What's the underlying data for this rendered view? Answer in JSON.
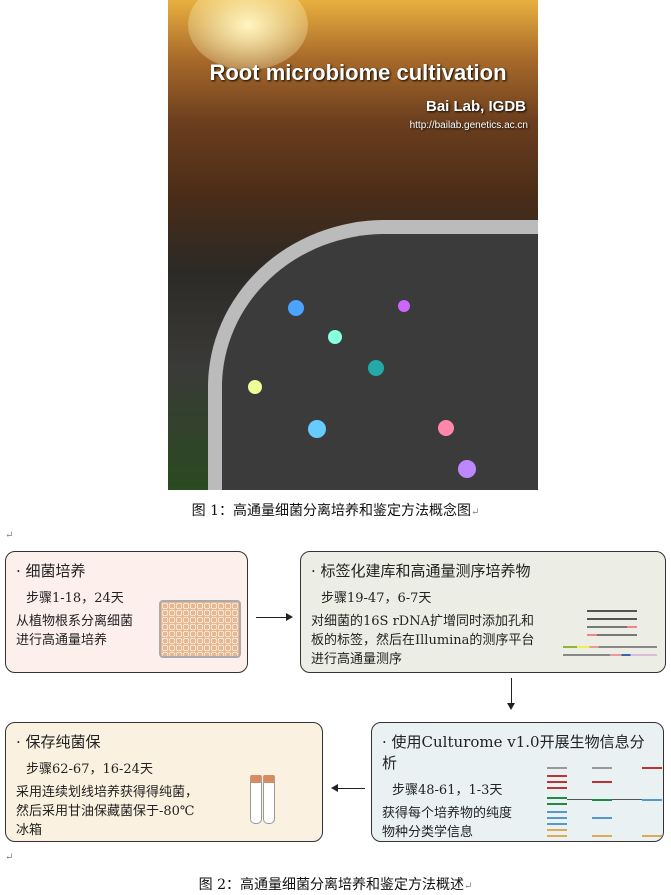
{
  "poster": {
    "title": "Root microbiome cultivation",
    "lab": "Bai Lab, IGDB",
    "url": "http://bailab.genetics.ac.cn"
  },
  "figure1_caption": "图 1：高通量细菌分离培养和鉴定方法概念图",
  "figure2_caption": "图 2：高通量细菌分离培养和鉴定方法概述",
  "paragraph_mark": "↵",
  "steps": [
    {
      "title": "细菌培养",
      "sub": "步骤1-18，24天",
      "desc": [
        "从植物根系分离细菌",
        "进行高通量培养"
      ],
      "color": "#fcefec"
    },
    {
      "title": "标签化建库和高通量测序培养物",
      "sub": "步骤19-47，6-7天",
      "desc": [
        "对细菌的16S rDNA扩增同时添加孔和",
        "板的标签，然后在Illumina的测序平台",
        "进行高通量测序"
      ],
      "color": "#eceee6"
    },
    {
      "title": "保存纯菌保",
      "sub": "步骤62-67，16-24天",
      "desc": [
        "采用连续划线培养获得得纯菌，",
        "然后采用甘油保藏菌保于-80℃",
        "冰箱"
      ],
      "color": "#fbf1e0"
    },
    {
      "title": "使用Culturome v1.0开展生物信息分析",
      "sub": "步骤48-61，1-3天",
      "desc": [
        "获得每个培养物的纯度",
        "物种分类学信息"
      ],
      "color": "#e9f1f3"
    }
  ]
}
